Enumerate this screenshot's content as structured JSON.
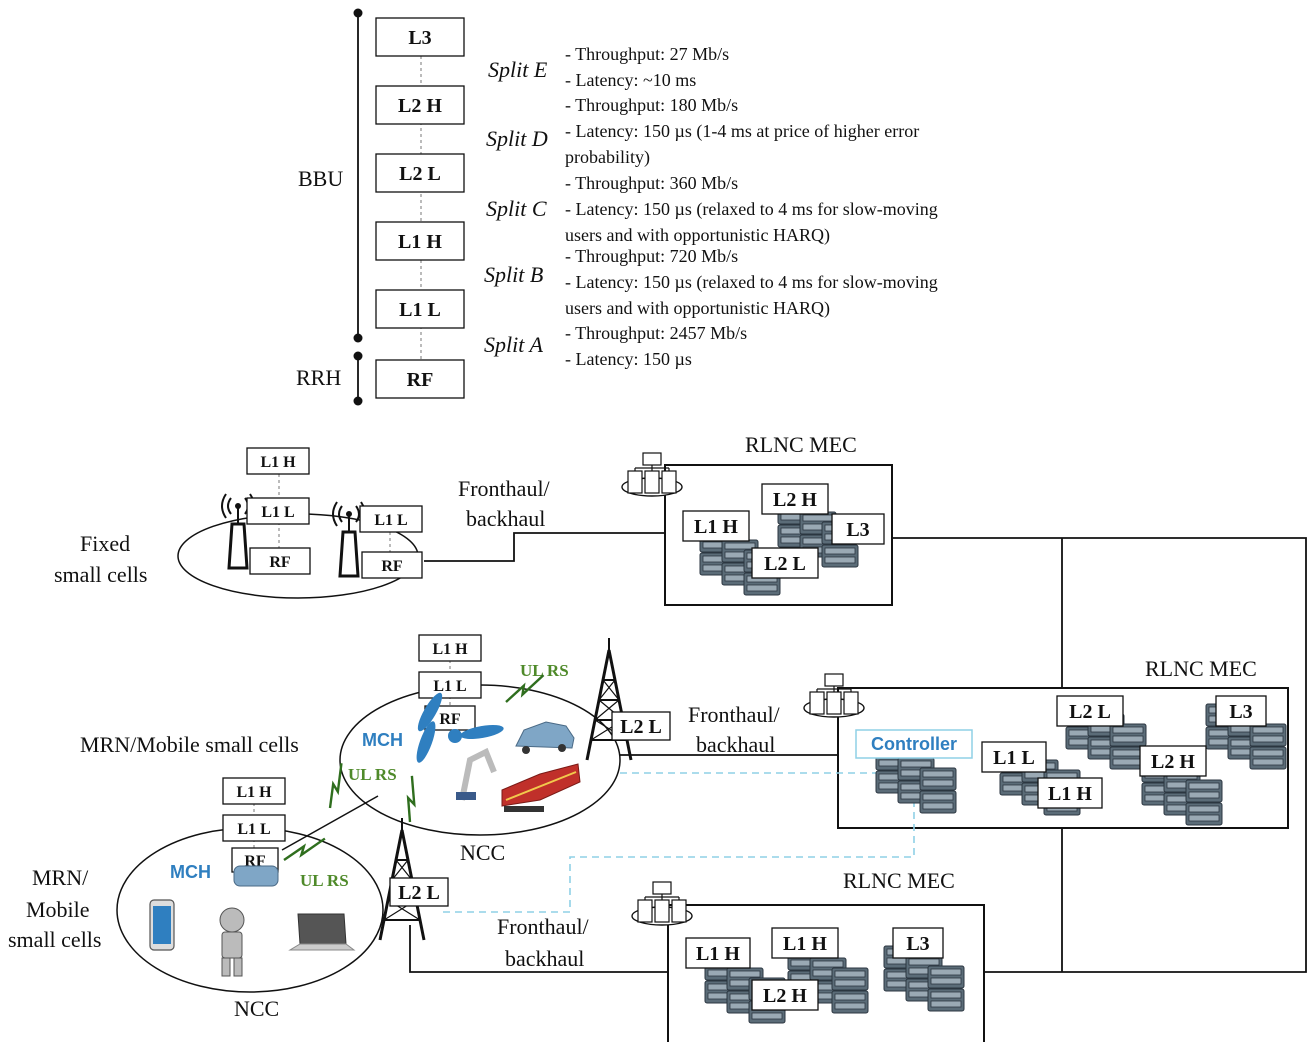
{
  "stack": {
    "bbu_label": "BBU",
    "rrh_label": "RRH",
    "layers": [
      "L3",
      "L2 H",
      "L2 L",
      "L1 H",
      "L1 L",
      "RF"
    ]
  },
  "splits": [
    {
      "name": "Split E",
      "lines": [
        "Throughput: 27 Mb/s",
        "Latency: ~10 ms"
      ]
    },
    {
      "name": "Split D",
      "lines": [
        "Throughput: 180 Mb/s",
        "Latency: 150 µs (1-4 ms at price of higher error",
        "probability)"
      ]
    },
    {
      "name": "Split C",
      "lines": [
        "Throughput: 360 Mb/s",
        "Latency: 150 µs (relaxed to 4 ms for slow-moving",
        "users and with opportunistic HARQ)"
      ]
    },
    {
      "name": "Split B",
      "lines": [
        "Throughput: 720 Mb/s",
        "Latency: 150 µs (relaxed to 4 ms for slow-moving",
        "users and with opportunistic HARQ)"
      ]
    },
    {
      "name": "Split A",
      "lines": [
        "Throughput: 2457 Mb/s",
        "Latency: 150 µs"
      ]
    }
  ],
  "network": {
    "fixed_small_cells": [
      "Fixed",
      "small cells"
    ],
    "mrn_mobile_small_cells": "MRN/Mobile small cells",
    "mrn_mobile_small_cells_stacked": [
      "MRN/",
      "Mobile",
      "small cells"
    ],
    "ncc": "NCC",
    "mch": "MCH",
    "ul_rs": "UL RS",
    "controller": "Controller",
    "rlnc_mec": "RLNC MEC",
    "fronthaul_backhaul": [
      "Fronthaul/",
      "backhaul"
    ],
    "labels": {
      "l1h": "L1 H",
      "l1l": "L1 L",
      "l2h": "L2 H",
      "l2l": "L2 L",
      "l3": "L3",
      "rf": "RF"
    }
  }
}
